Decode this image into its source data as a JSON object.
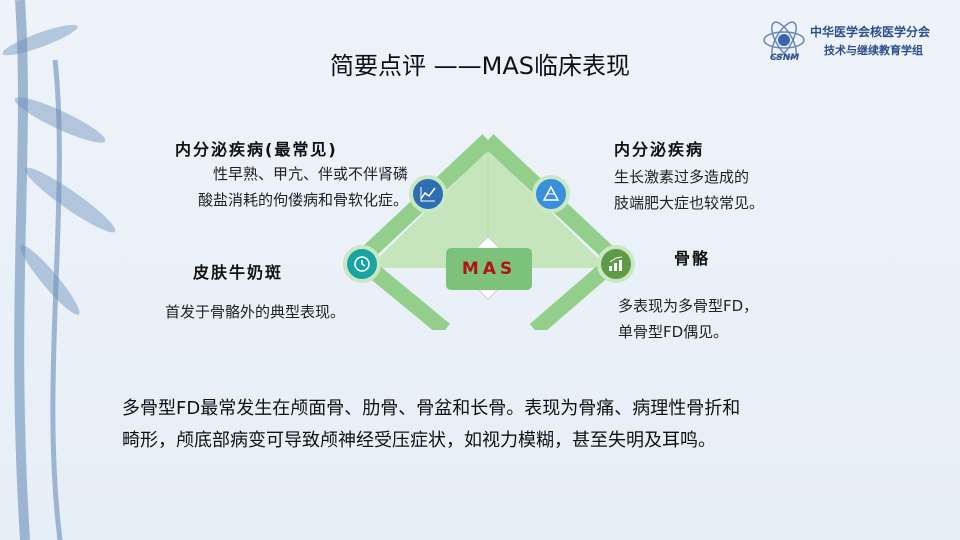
{
  "title": "简要点评 ——MAS临床表现",
  "logo": {
    "line1": "中华医学会核医学分会",
    "line2": "技术与继续教育学组",
    "mark": "CSNM"
  },
  "center_label": "MAS",
  "sections": {
    "top_left": {
      "heading": "内分泌疾病(最常见)",
      "lines": [
        "性早熟、甲亢、伴或不伴肾磷",
        "酸盐消耗的佝偻病和骨软化症。"
      ]
    },
    "top_right": {
      "heading": "内分泌疾病",
      "lines": [
        "生长激素过多造成的",
        "肢端肥大症也较常见。"
      ]
    },
    "bottom_left": {
      "heading": "皮肤牛奶斑",
      "lines": [
        "首发于骨骼外的典型表现。"
      ]
    },
    "bottom_right": {
      "heading": "骨骼",
      "lines": [
        "多表现为多骨型FD，",
        "单骨型FD偶见。"
      ]
    }
  },
  "summary": [
    "多骨型FD最常发生在颅面骨、肋骨、骨盆和长骨。表现为骨痛、病理性骨折和",
    "畸形，颅底部病变可导致颅神经受压症状，如视力模糊，甚至失明及耳鸣。"
  ],
  "colors": {
    "green": "#7dc27a",
    "light_green": "#c5e5bd",
    "mas_text": "#b31212"
  }
}
